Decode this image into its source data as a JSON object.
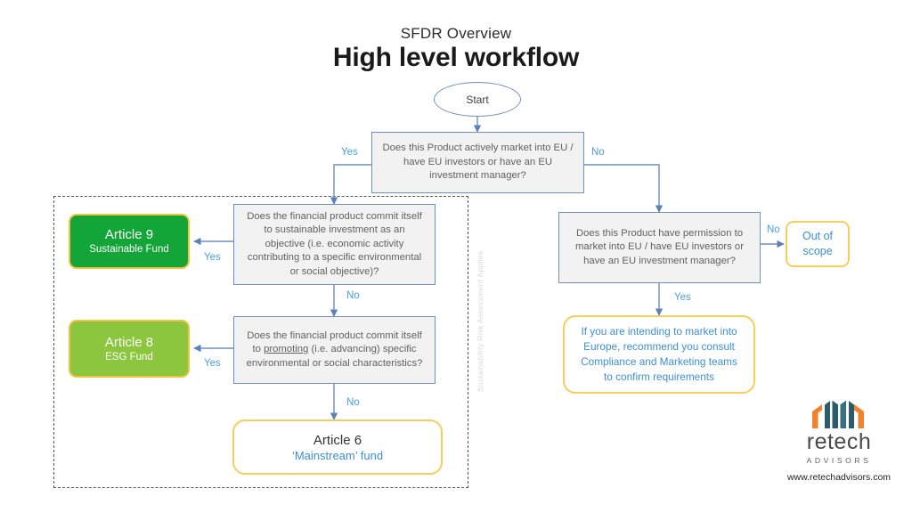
{
  "header": {
    "subtitle": "SFDR Overview",
    "title": "High level workflow"
  },
  "scope": {
    "region_label": "Sustainability Risk Assessment Applies"
  },
  "nodes": {
    "start": {
      "label": "Start"
    },
    "q1": {
      "text": "Does this Product actively market  into EU / have EU investors or have an EU investment manager?"
    },
    "q2": {
      "text": "Does the financial product commit itself to sustainable investment as an objective (i.e. economic activity contributing to a specific environmental or social objective)?"
    },
    "q3": {
      "line1": "Does the financial product commit itself",
      "line2_pre": "to ",
      "line2_underline": "promoting",
      "line2_post": "  (i.e. advancing) specific",
      "line3": "environmental or social characteristics?"
    },
    "article9": {
      "title": "Article 9",
      "subtitle": "Sustainable Fund"
    },
    "article8": {
      "title": "Article 8",
      "subtitle": "ESG Fund"
    },
    "article6": {
      "title": "Article 6",
      "subtitle": "‘Mainstream’ fund"
    },
    "q4": {
      "text": "Does this Product have permission to market  into EU / have EU investors or have an EU investment manager?"
    },
    "outofscope": {
      "line1": "Out of",
      "line2": "scope"
    },
    "advice": {
      "text": "If you are intending to market  into Europe, recommend  you consult Compliance and Marketing teams to confirm requirements"
    }
  },
  "edges": {
    "q1_yes": "Yes",
    "q1_no": "No",
    "q2_yes": "Yes",
    "q2_no": "No",
    "q3_yes": "Yes",
    "q3_no": "No",
    "q4_no": "No",
    "q4_yes": "Yes"
  },
  "branding": {
    "wordmark": "retech",
    "tagline": "ADVISORS",
    "url": "www.retechadvisors.com",
    "mark_icon": "retech-logo-icon",
    "orange": "#F2822B",
    "teal": "#2C5C6B"
  },
  "colors": {
    "connector": "#6d8fc4",
    "label_blue": "#4a9ee0",
    "decision_fill": "#f2f2f2",
    "decision_border": "#6d8fc4",
    "article9_fill": "#13a538",
    "article8_fill": "#8cc63f",
    "yellow_border": "#f7ce5b"
  }
}
